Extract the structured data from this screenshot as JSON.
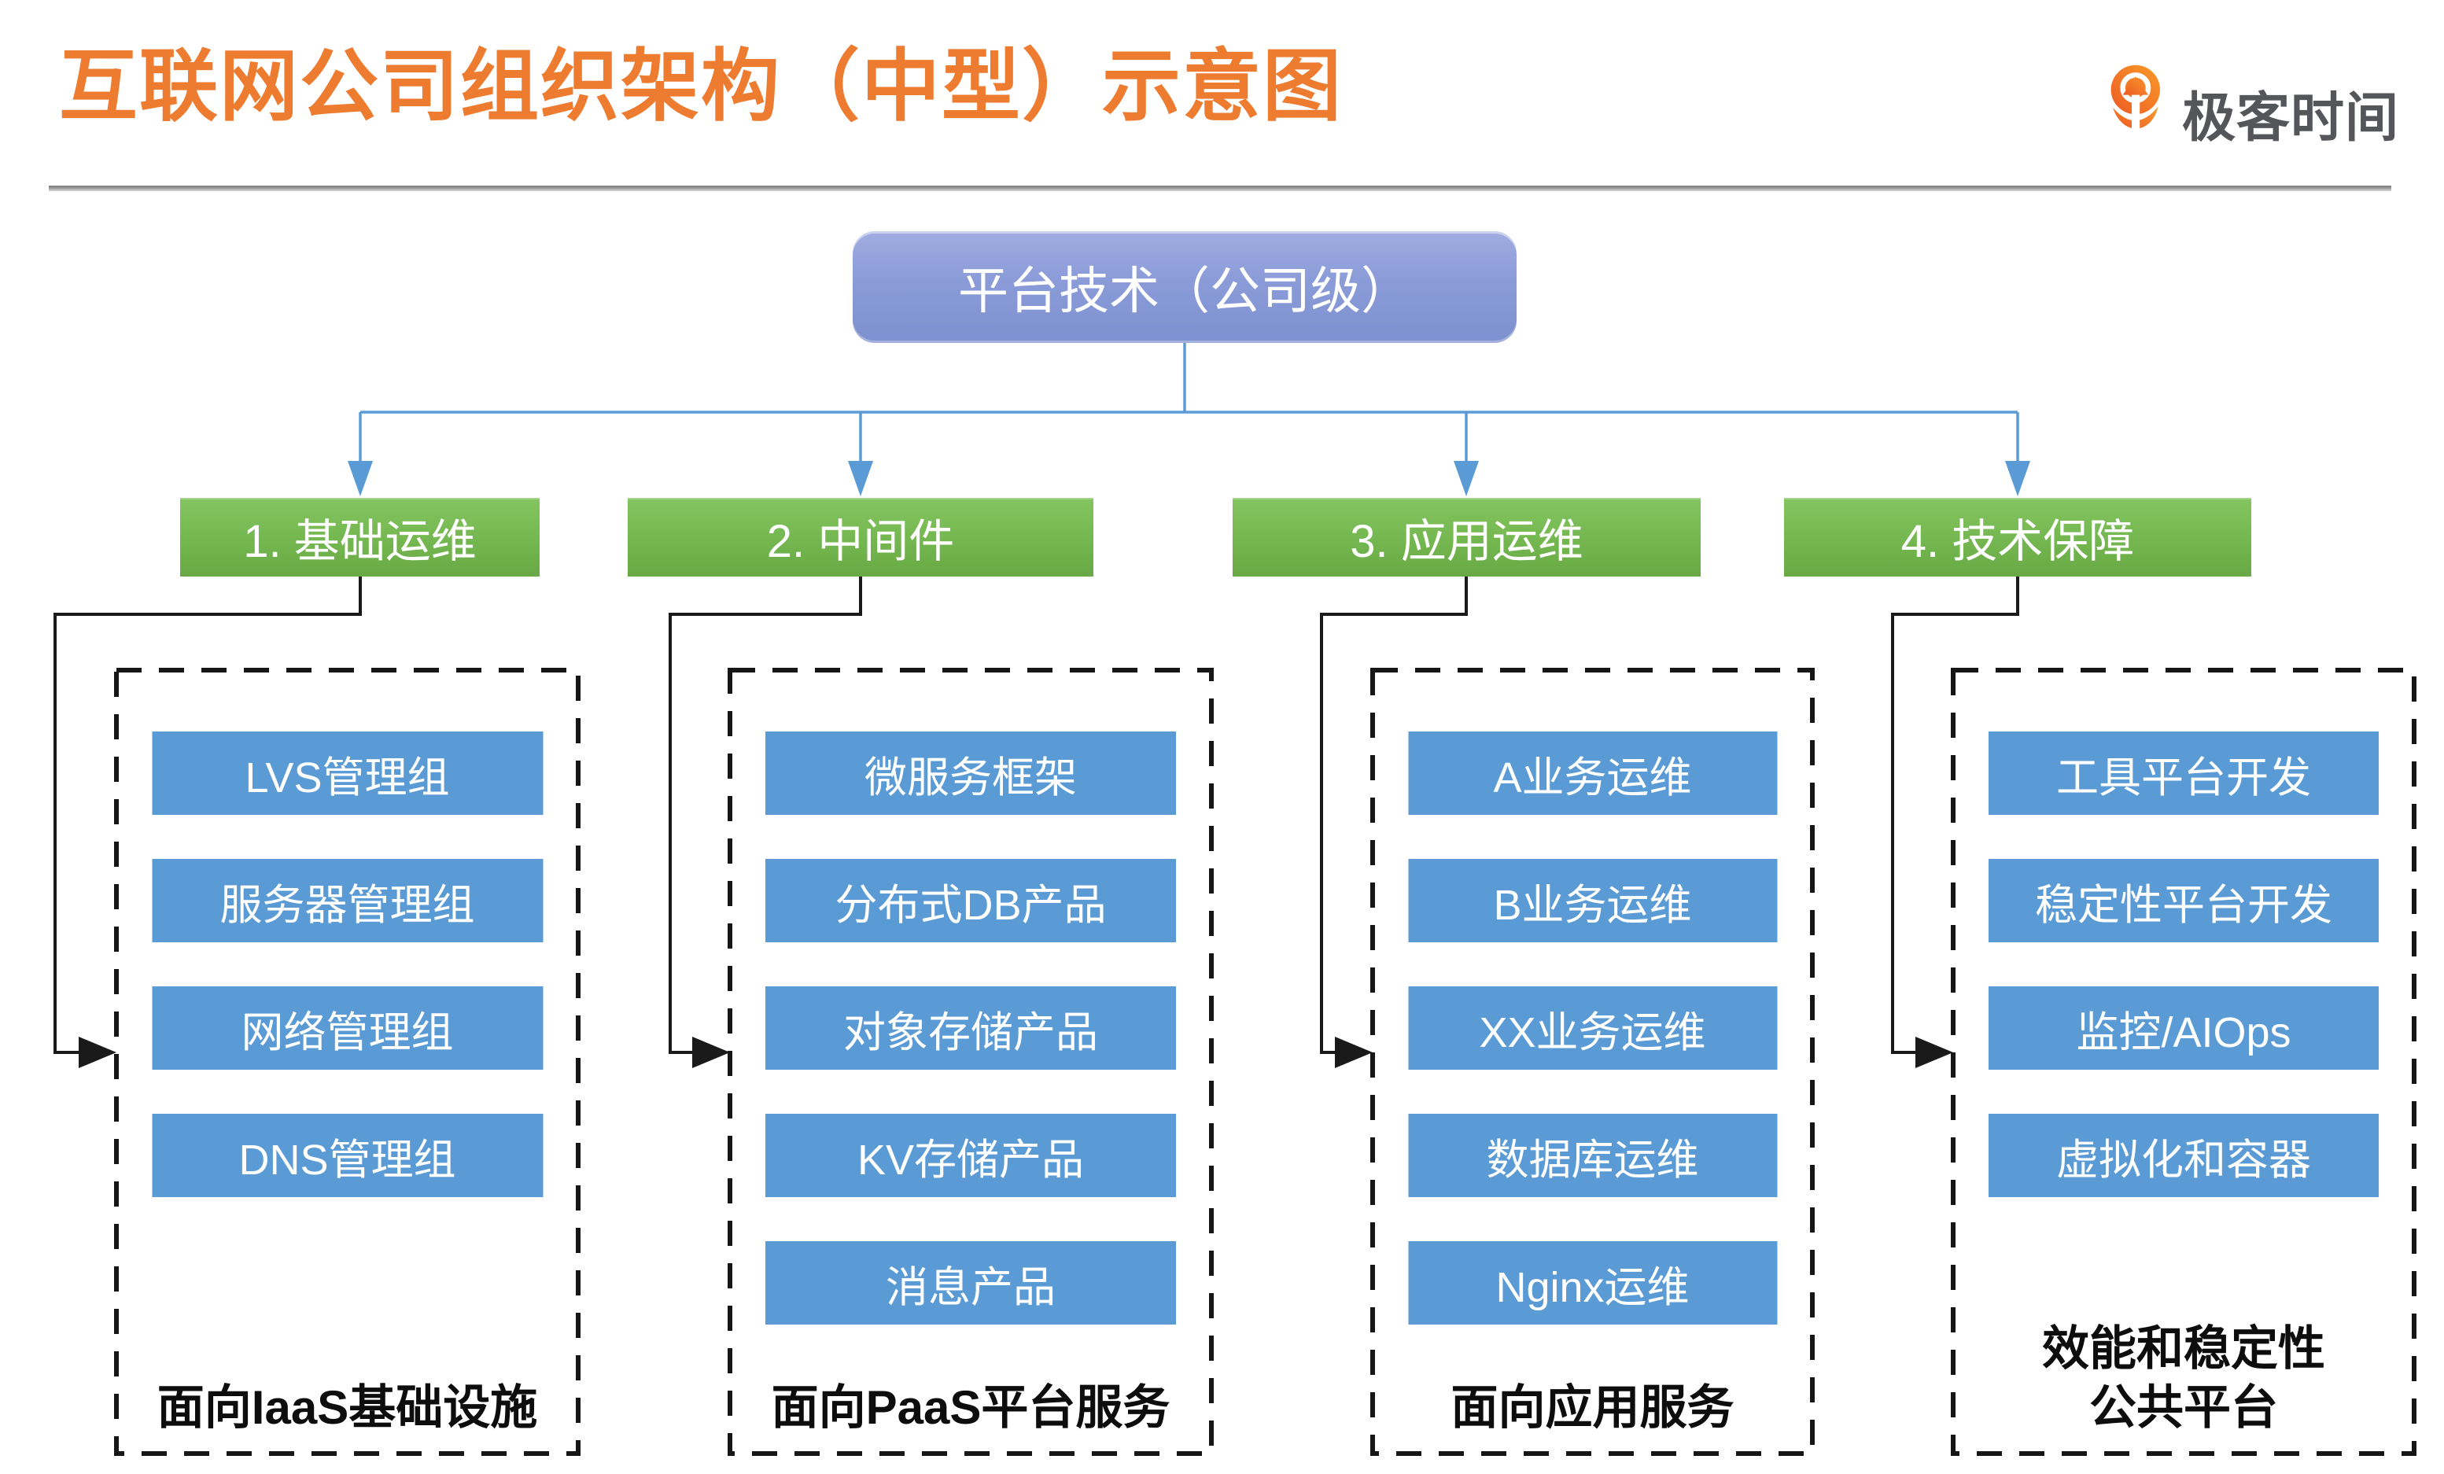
{
  "page": {
    "title": "互联网公司组织架构（中型）示意图"
  },
  "brand": {
    "name": "极客时间",
    "icon": "geekbang-pin-icon"
  },
  "root_node": {
    "label": "平台技术（公司级）"
  },
  "departments": [
    {
      "label": "1. 基础运维",
      "teams": [
        "LVS管理组",
        "服务器管理组",
        "网络管理组",
        "DNS管理组"
      ],
      "caption": "面向IaaS基础设施"
    },
    {
      "label": "2. 中间件",
      "teams": [
        "微服务框架",
        "分布式DB产品",
        "对象存储产品",
        "KV存储产品",
        "消息产品"
      ],
      "caption": "面向PaaS平台服务"
    },
    {
      "label": "3. 应用运维",
      "teams": [
        "A业务运维",
        "B业务运维",
        "XX业务运维",
        "数据库运维",
        "Nginx运维"
      ],
      "caption": "面向应用服务"
    },
    {
      "label": "4. 技术保障",
      "teams": [
        "工具平台开发",
        "稳定性平台开发",
        "监控/AIOps",
        "虚拟化和容器"
      ],
      "caption": "效能和稳定性\n公共平台"
    }
  ],
  "colors": {
    "title_orange": "#ED7C31",
    "root_purple": "#8A9BD8",
    "dept_green": "#70AD47",
    "team_blue": "#5B9BD5",
    "connector_blue": "#5B9BD5",
    "connector_black": "#1a1a1a",
    "brand_gray": "#54565A"
  }
}
